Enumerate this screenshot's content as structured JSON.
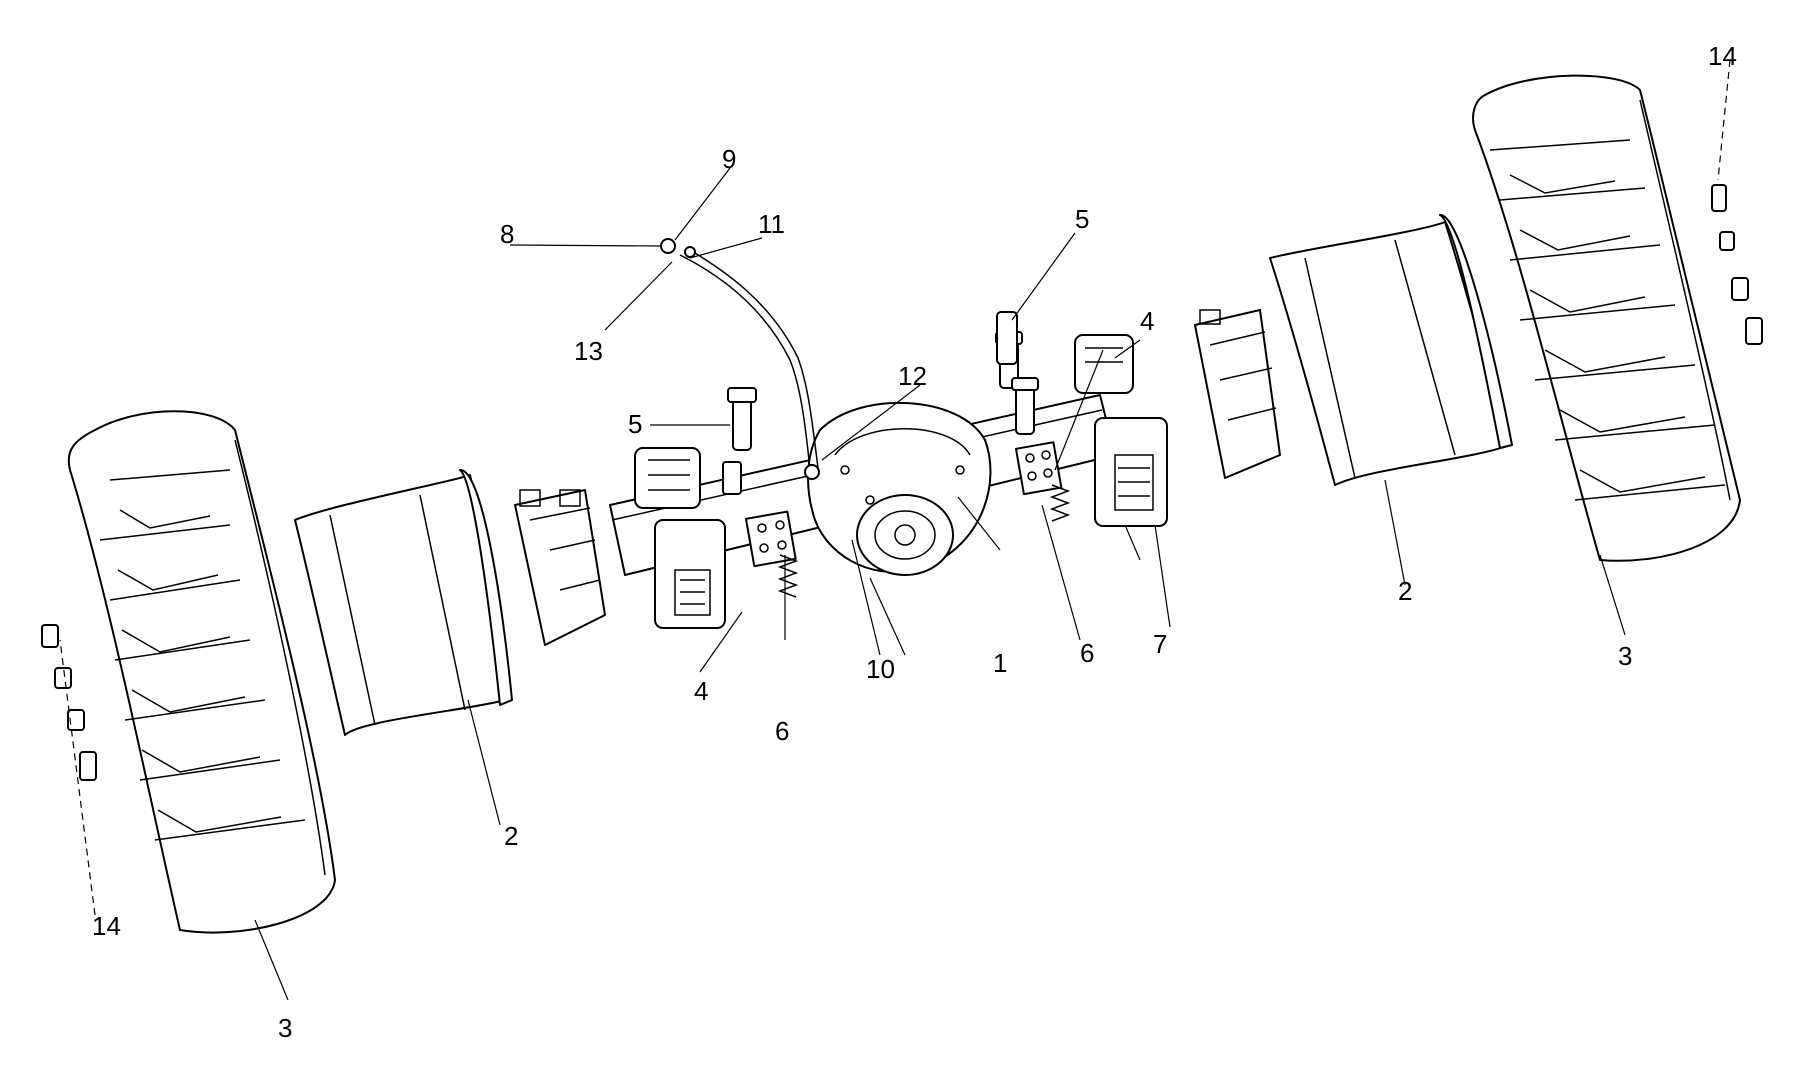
{
  "diagram": {
    "callouts": [
      {
        "id": "c1",
        "text": "1"
      },
      {
        "id": "c2a",
        "text": "2"
      },
      {
        "id": "c2b",
        "text": "2"
      },
      {
        "id": "c3a",
        "text": "3"
      },
      {
        "id": "c3b",
        "text": "3"
      },
      {
        "id": "c4a",
        "text": "4"
      },
      {
        "id": "c4b",
        "text": "4"
      },
      {
        "id": "c5a",
        "text": "5"
      },
      {
        "id": "c5b",
        "text": "5"
      },
      {
        "id": "c6a",
        "text": "6"
      },
      {
        "id": "c6b",
        "text": "6"
      },
      {
        "id": "c7",
        "text": "7"
      },
      {
        "id": "c8",
        "text": "8"
      },
      {
        "id": "c9",
        "text": "9"
      },
      {
        "id": "c10",
        "text": "10"
      },
      {
        "id": "c11",
        "text": "11"
      },
      {
        "id": "c12",
        "text": "12"
      },
      {
        "id": "c13",
        "text": "13"
      },
      {
        "id": "c14a",
        "text": "14"
      },
      {
        "id": "c14b",
        "text": "14"
      }
    ]
  }
}
